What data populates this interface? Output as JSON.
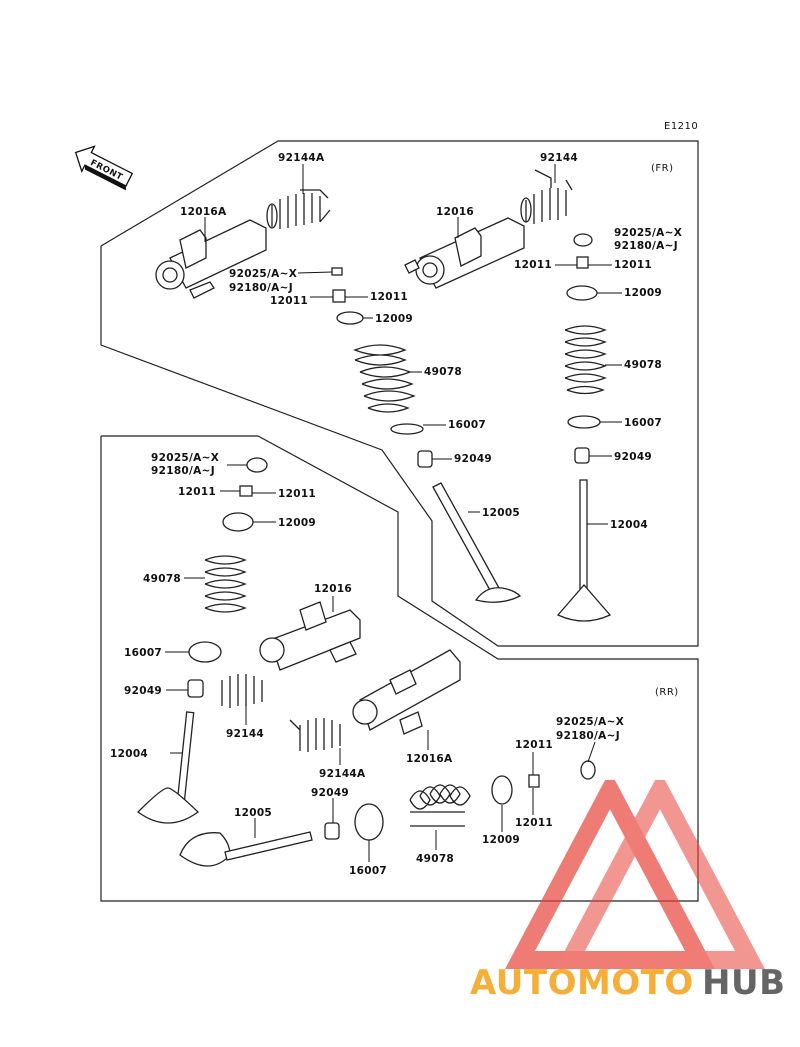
{
  "diagram_code": "E1210",
  "front_label": "FRONT",
  "sections": {
    "fr": "(FR)",
    "rr": "(RR)"
  },
  "labels": {
    "fr_92144A": "92144A",
    "fr_12016A": "12016A",
    "fr_92025_l": "92025/A~X",
    "fr_92180_l": "92180/A~J",
    "fr_12011_la": "12011",
    "fr_12011_lb": "12011",
    "fr_12009_l": "12009",
    "fr_49078_l": "49078",
    "fr_16007_l": "16007",
    "fr_92049_l": "92049",
    "fr_12005": "12005",
    "fr_92144": "92144",
    "fr_12016": "12016",
    "fr_92025_r": "92025/A~X",
    "fr_92180_r": "92180/A~J",
    "fr_12011_ra": "12011",
    "fr_12011_rb": "12011",
    "fr_12009_r": "12009",
    "fr_49078_r": "49078",
    "fr_16007_r": "16007",
    "fr_92049_r": "92049",
    "fr_12004": "12004",
    "rr_92025_l": "92025/A~X",
    "rr_92180_l": "92180/A~J",
    "rr_12011_la": "12011",
    "rr_12011_lb": "12011",
    "rr_12009_l": "12009",
    "rr_49078_l": "49078",
    "rr_12016": "12016",
    "rr_16007_l": "16007",
    "rr_92049_l": "92049",
    "rr_92144": "92144",
    "rr_12004": "12004",
    "rr_92144A": "92144A",
    "rr_12016A": "12016A",
    "rr_12005": "12005",
    "rr_92049_b": "92049",
    "rr_16007_b": "16007",
    "rr_49078_b": "49078",
    "rr_12009_b": "12009",
    "rr_12011_ba": "12011",
    "rr_12011_bb": "12011",
    "rr_92025_r": "92025/A~X",
    "rr_92180_r": "92180/A~J"
  },
  "watermark": {
    "part1": "AUTOMOTO",
    "part2": "HUB",
    "color1": "#f5a623",
    "color2": "#555555",
    "logo_color": "#e8453c"
  }
}
